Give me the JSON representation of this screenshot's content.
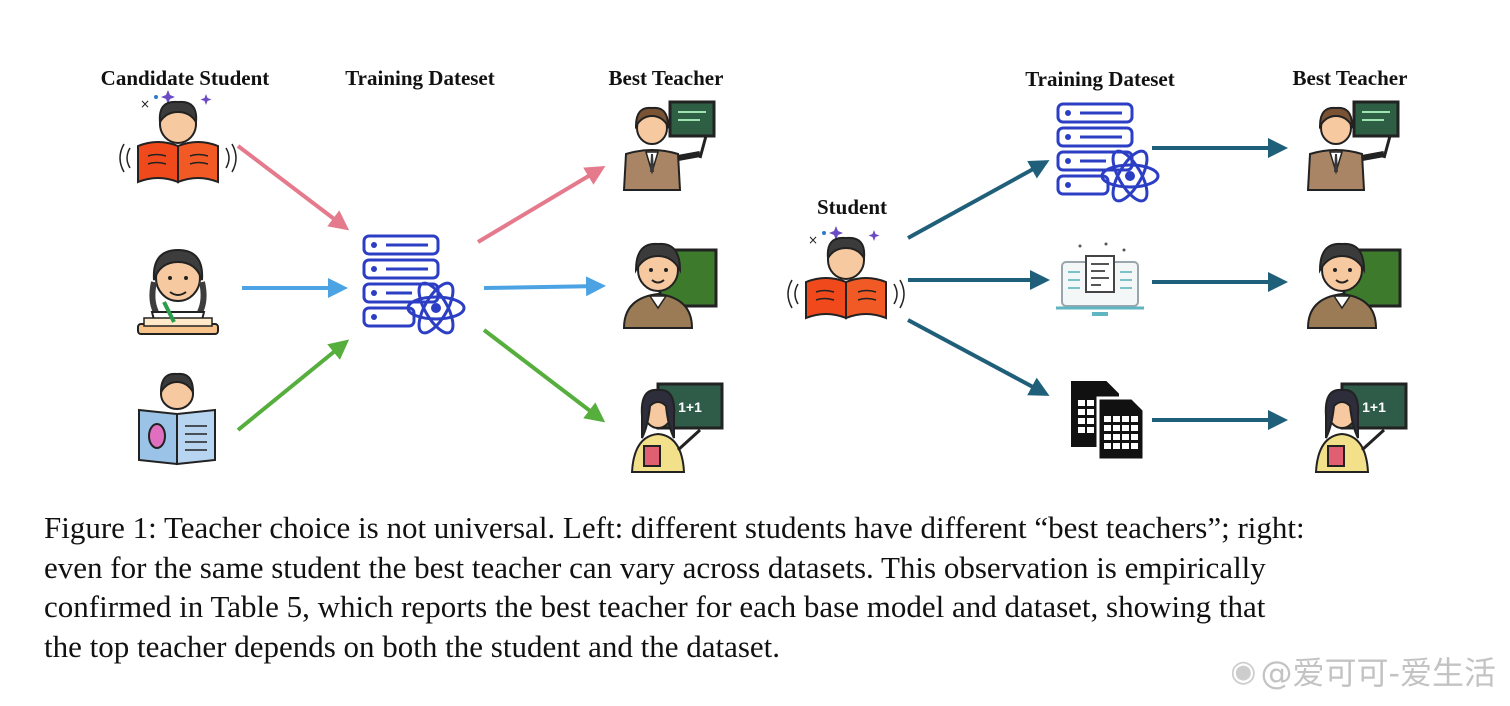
{
  "labels": {
    "candidate_student": "Candidate Student",
    "training_dataset_left": "Training Dateset",
    "best_teacher_left": "Best Teacher",
    "student": "Student",
    "training_dataset_right": "Training Dateset",
    "best_teacher_right": "Best Teacher",
    "blackboard_text": "1+1"
  },
  "caption": {
    "lines": [
      "Figure 1: Teacher choice is not universal. Left: different students have different “best teachers”; right:",
      "even for the same student the best teacher can vary across datasets. This observation is empirically",
      "confirmed in Table 5, which reports the best teacher for each base model and dataset, showing that",
      "the top teacher depends on both the student and the dataset."
    ]
  },
  "watermark": {
    "icon": "weibo-icon",
    "text": "@爱可可-爱生活"
  },
  "colors": {
    "pink_arrow": "#e57a8c",
    "blue_arrow": "#4ba3e3",
    "green_arrow": "#56ae3d",
    "dark_arrow": "#1f5f7a",
    "server_blue": "#2c3fc4"
  }
}
